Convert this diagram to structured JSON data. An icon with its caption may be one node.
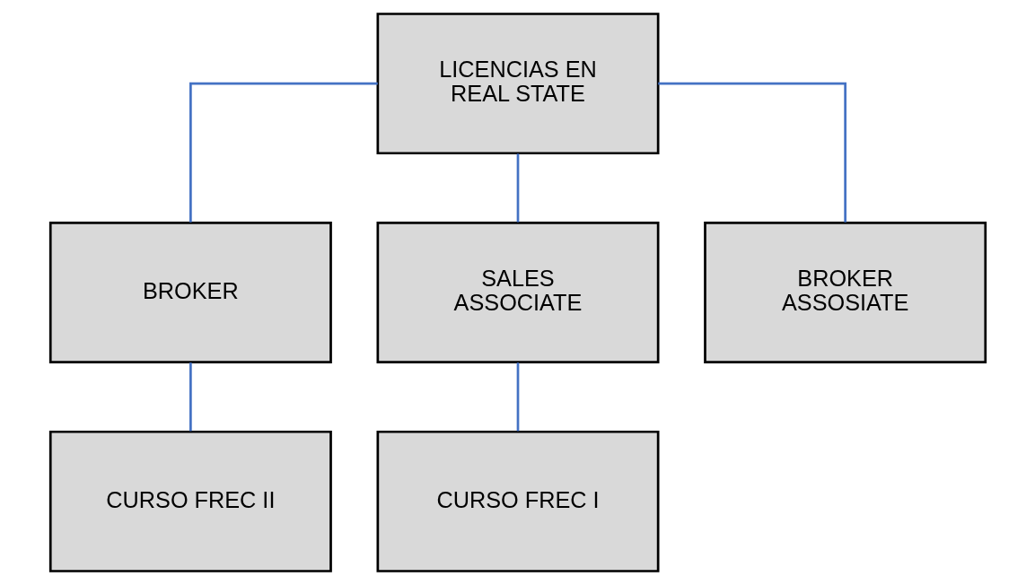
{
  "diagram": {
    "nodes": [
      {
        "text": [
          "LICENCIAS EN REAL STATE"
        ]
      },
      {
        "text": [
          "BROKER"
        ]
      },
      {
        "text": [
          "SALES ASSOCIATE"
        ]
      },
      {
        "text": [
          "BROKER ASSOSIATE"
        ]
      },
      {
        "text": [
          "CURSO FREC II"
        ]
      },
      {
        "text": [
          "CURSO FREC I"
        ]
      }
    ],
    "edges": [
      {
        "from": 0,
        "to": 1,
        "arrow": "none"
      },
      {
        "from": 0,
        "to": 2,
        "arrow": "none"
      },
      {
        "from": 0,
        "to": 3,
        "arrow": "none"
      },
      {
        "from": 1,
        "to": 4,
        "arrow": "none"
      },
      {
        "from": 2,
        "to": 5,
        "arrow": "none"
      }
    ]
  }
}
